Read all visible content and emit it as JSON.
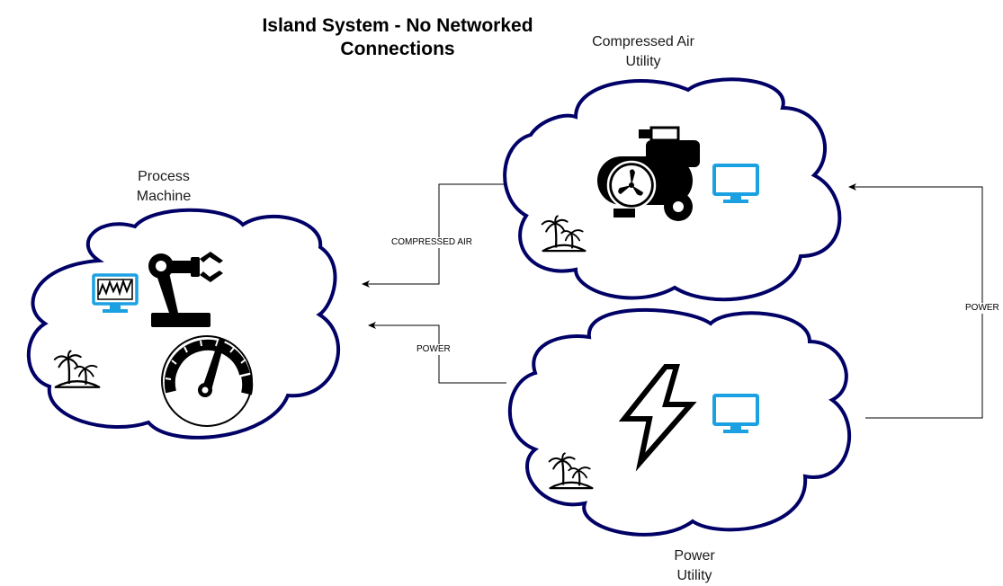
{
  "title": "Island System - No Networked Connections",
  "colors": {
    "cloud_stroke": "#000066",
    "monitor": "#1ba1e2",
    "icon": "#000000",
    "arrow": "#000000"
  },
  "nodes": {
    "process_machine": {
      "label_line1": "Process",
      "label_line2": "Machine",
      "icons": [
        "trend-monitor-icon",
        "robot-arm-icon",
        "gauge-icon",
        "island-icon"
      ]
    },
    "compressed_air": {
      "label_line1": "Compressed Air",
      "label_line2": "Utility",
      "icons": [
        "air-compressor-icon",
        "monitor-icon",
        "island-icon"
      ]
    },
    "power": {
      "label_line1": "Power",
      "label_line2": "Utility",
      "icons": [
        "lightning-icon",
        "monitor-icon",
        "island-icon"
      ]
    }
  },
  "edges": [
    {
      "from": "Compressed Air Utility",
      "to": "Process Machine",
      "label": "COMPRESSED AIR"
    },
    {
      "from": "Power Utility",
      "to": "Process Machine",
      "label": "POWER"
    },
    {
      "from": "Power Utility",
      "to": "Compressed Air Utility",
      "label": "POWER"
    }
  ]
}
